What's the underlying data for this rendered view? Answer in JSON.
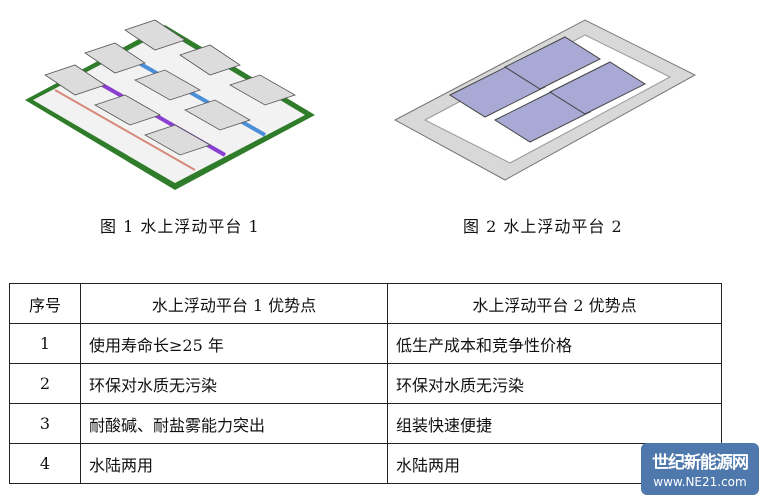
{
  "figures": [
    {
      "caption": "图 1  水上浮动平台 1"
    },
    {
      "caption": "图 2  水上浮动平台 2"
    }
  ],
  "table": {
    "headers": [
      "序号",
      "水上浮动平台 1 优势点",
      "水上浮动平台 2 优势点"
    ],
    "rows": [
      [
        "1",
        "使用寿命长≥25 年",
        "低生产成本和竞争性价格"
      ],
      [
        "2",
        "环保对水质无污染",
        "环保对水质无污染"
      ],
      [
        "3",
        "耐酸碱、耐盐雾能力突出",
        "组装快速便捷"
      ],
      [
        "4",
        "水陆两用",
        "水陆两用"
      ]
    ]
  },
  "watermark": {
    "title": "世纪新能源网",
    "url": "www.NE21.com"
  }
}
